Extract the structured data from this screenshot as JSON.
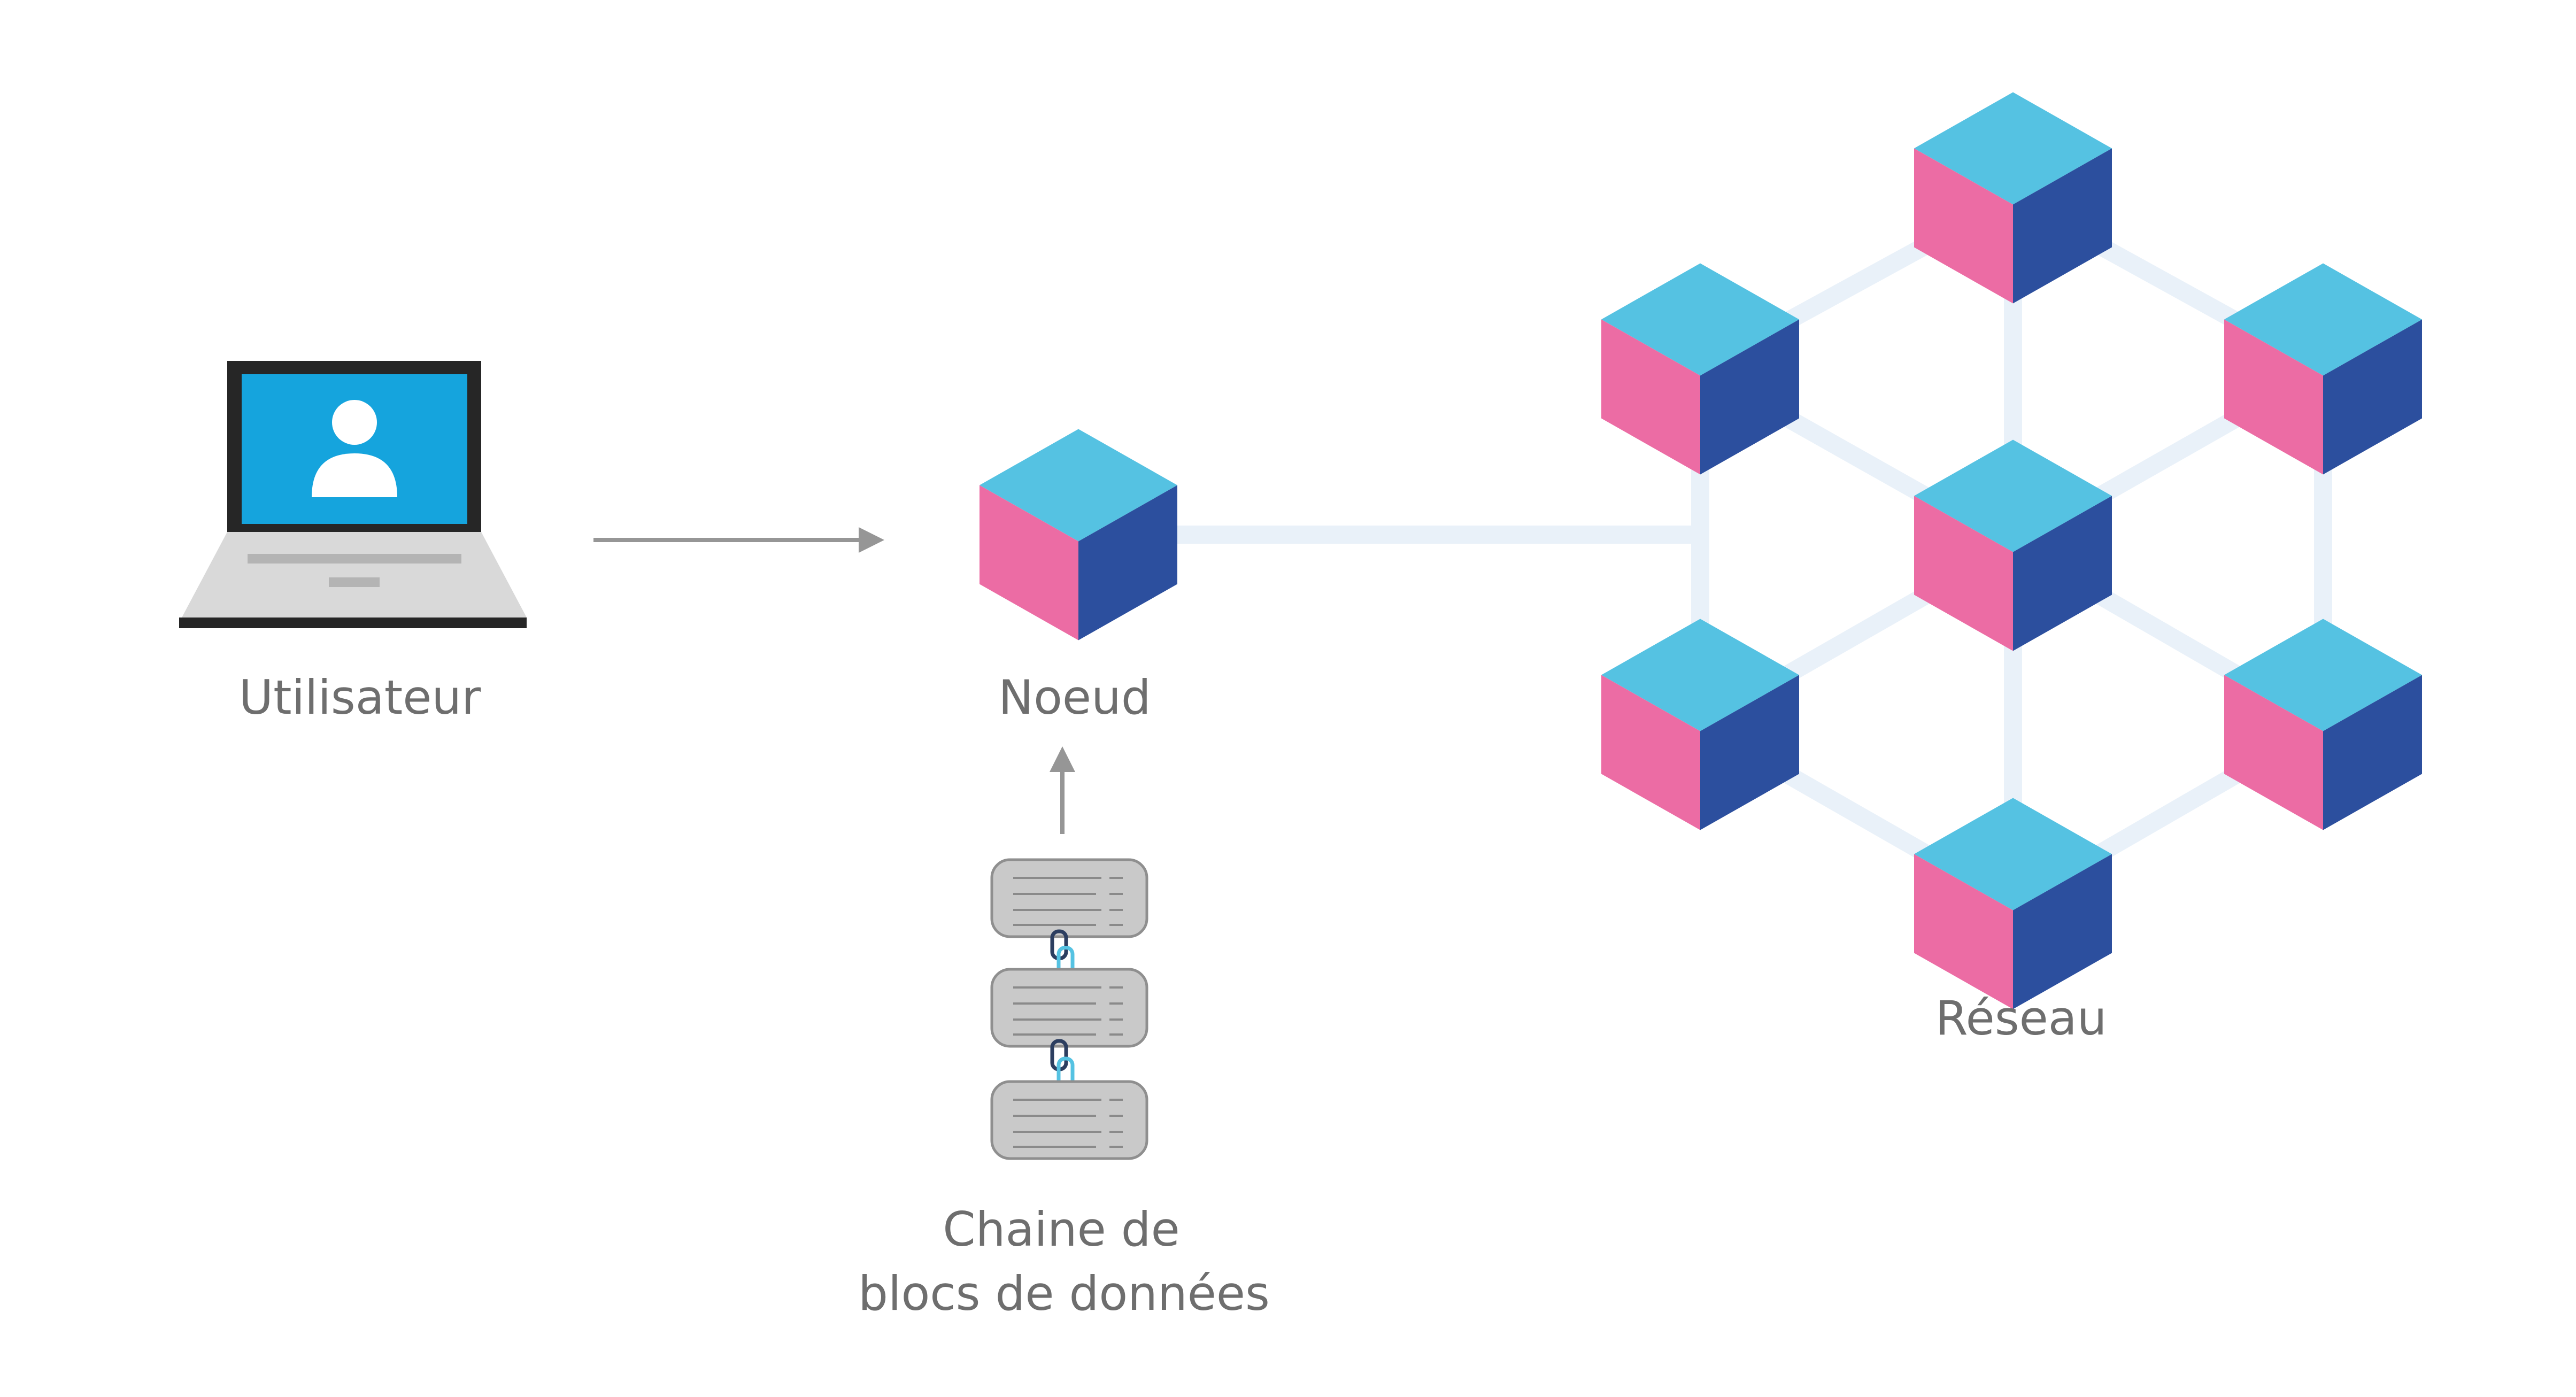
{
  "labels": {
    "user": "Utilisateur",
    "node": "Noeud",
    "network": "Réseau",
    "chain_line1": "Chaine de",
    "chain_line2": "blocs de données"
  },
  "icons": {
    "user": "laptop-user-icon",
    "node": "cube-icon",
    "network_nodes": "cube-icon",
    "chain_blocks": "data-block-icon",
    "chain_links": "chain-link-icon"
  },
  "colors": {
    "cube_top": "#55c2e2",
    "cube_left": "#ec6ca4",
    "cube_right": "#2c4f9e",
    "connector": "#e9f1f9",
    "arrow": "#969696",
    "label": "#6e6e6e",
    "laptop_screen": "#15a4dd",
    "laptop_frame": "#262626",
    "laptop_base": "#d9d9d9",
    "block_fill": "#c9c9c9"
  }
}
